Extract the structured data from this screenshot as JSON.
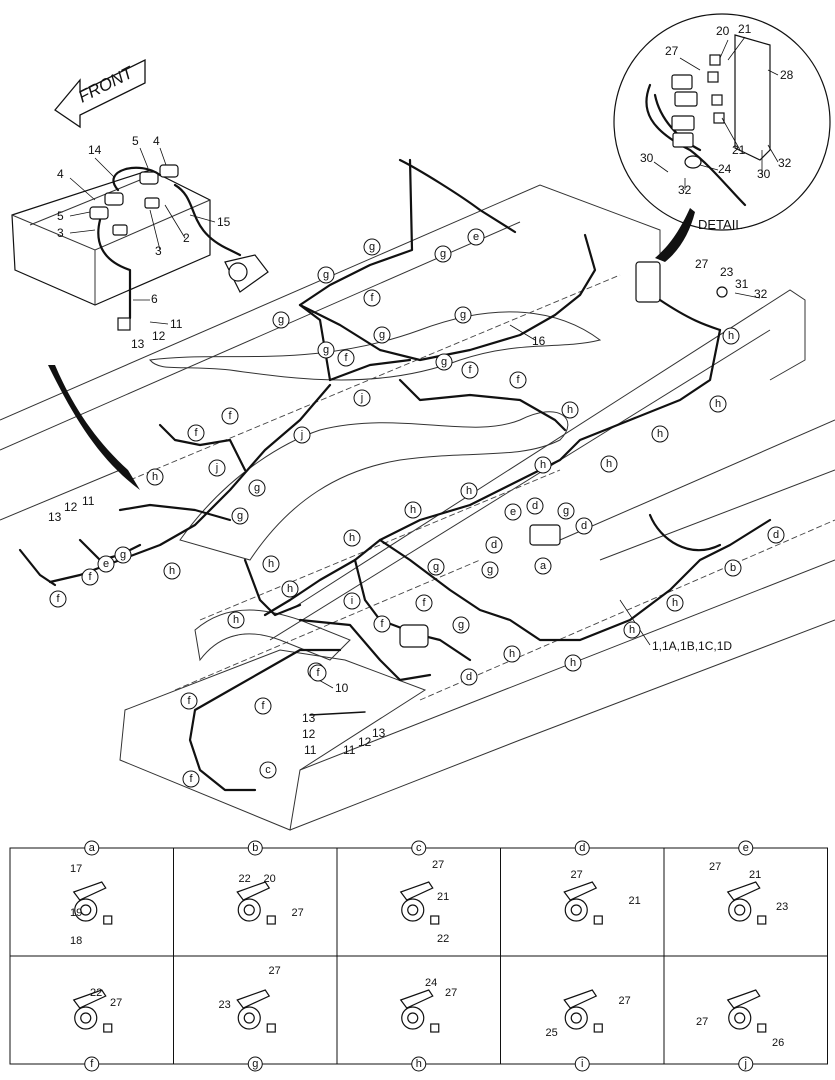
{
  "front_label": "FRONT",
  "detail_label": "DETAIL",
  "battery_labels": [
    "14",
    "5",
    "4",
    "4",
    "5",
    "3",
    "3",
    "2",
    "15",
    "6",
    "11",
    "12",
    "13"
  ],
  "detail_labels": [
    "20",
    "21",
    "27",
    "28",
    "21",
    "30",
    "24",
    "32",
    "30",
    "32"
  ],
  "right_labels": [
    "27",
    "23",
    "31",
    "32"
  ],
  "main_labels": [
    "16",
    "1,1A,1B,1C,1D",
    "10"
  ],
  "left_labels": [
    "12",
    "11",
    "13"
  ],
  "bottom_labels": [
    "13",
    "12",
    "11",
    "11",
    "12",
    "13"
  ],
  "callouts": [
    {
      "id": "c1",
      "letter": "e"
    },
    {
      "id": "c2",
      "letter": "g"
    },
    {
      "id": "c3",
      "letter": "g"
    },
    {
      "id": "c4",
      "letter": "g"
    },
    {
      "id": "c5",
      "letter": "g"
    },
    {
      "id": "c6",
      "letter": "f"
    },
    {
      "id": "c7",
      "letter": "g"
    },
    {
      "id": "c8",
      "letter": "g"
    },
    {
      "id": "c9",
      "letter": "f"
    },
    {
      "id": "c10",
      "letter": "g"
    },
    {
      "id": "c11",
      "letter": "j"
    },
    {
      "id": "c12",
      "letter": "f"
    },
    {
      "id": "c13",
      "letter": "g"
    },
    {
      "id": "c14",
      "letter": "f"
    },
    {
      "id": "c15",
      "letter": "f"
    },
    {
      "id": "c16",
      "letter": "f"
    },
    {
      "id": "c17",
      "letter": "j"
    },
    {
      "id": "c18",
      "letter": "j"
    },
    {
      "id": "c19",
      "letter": "g"
    },
    {
      "id": "c20",
      "letter": "h"
    },
    {
      "id": "c21",
      "letter": "g"
    },
    {
      "id": "c22",
      "letter": "h"
    },
    {
      "id": "c23",
      "letter": "h"
    },
    {
      "id": "c24",
      "letter": "h"
    },
    {
      "id": "c25",
      "letter": "h"
    },
    {
      "id": "c26",
      "letter": "h"
    },
    {
      "id": "c27",
      "letter": "h"
    },
    {
      "id": "c28",
      "letter": "h"
    },
    {
      "id": "c29",
      "letter": "d"
    },
    {
      "id": "c30",
      "letter": "e"
    },
    {
      "id": "c31",
      "letter": "g"
    },
    {
      "id": "c32",
      "letter": "d"
    },
    {
      "id": "c33",
      "letter": "d"
    },
    {
      "id": "c34",
      "letter": "a"
    },
    {
      "id": "c35",
      "letter": "g"
    },
    {
      "id": "c36",
      "letter": "g"
    },
    {
      "id": "c37",
      "letter": "g"
    },
    {
      "id": "c38",
      "letter": "h"
    },
    {
      "id": "c39",
      "letter": "f"
    },
    {
      "id": "c40",
      "letter": "f"
    },
    {
      "id": "c41",
      "letter": "i"
    },
    {
      "id": "c42",
      "letter": "h"
    },
    {
      "id": "c43",
      "letter": "h"
    },
    {
      "id": "c44",
      "letter": "h"
    },
    {
      "id": "c45",
      "letter": "h"
    },
    {
      "id": "c46",
      "letter": "d"
    },
    {
      "id": "c47",
      "letter": "b"
    },
    {
      "id": "c48",
      "letter": "h"
    },
    {
      "id": "c49",
      "letter": "h"
    },
    {
      "id": "c50",
      "letter": "h"
    },
    {
      "id": "c51",
      "letter": "d"
    },
    {
      "id": "c52",
      "letter": "e"
    },
    {
      "id": "c53",
      "letter": "g"
    },
    {
      "id": "c54",
      "letter": "f"
    },
    {
      "id": "c55",
      "letter": "f"
    },
    {
      "id": "c56",
      "letter": "f"
    },
    {
      "id": "c57",
      "letter": "f"
    },
    {
      "id": "c58",
      "letter": "f"
    },
    {
      "id": "c59",
      "letter": "c"
    },
    {
      "id": "c60",
      "letter": "f"
    },
    {
      "id": "c61",
      "letter": "h"
    },
    {
      "id": "c62",
      "letter": "h"
    },
    {
      "id": "c63",
      "letter": "f"
    }
  ],
  "legend": [
    {
      "letter": "a",
      "labels": [
        "17",
        "19",
        "18"
      ]
    },
    {
      "letter": "b",
      "labels": [
        "22",
        "20",
        "27"
      ]
    },
    {
      "letter": "c",
      "labels": [
        "27",
        "21",
        "22"
      ]
    },
    {
      "letter": "d",
      "labels": [
        "27",
        "21"
      ]
    },
    {
      "letter": "e",
      "labels": [
        "27",
        "21",
        "23"
      ]
    },
    {
      "letter": "f",
      "labels": [
        "22",
        "27"
      ]
    },
    {
      "letter": "g",
      "labels": [
        "27",
        "23"
      ]
    },
    {
      "letter": "h",
      "labels": [
        "24",
        "27"
      ]
    },
    {
      "letter": "i",
      "labels": [
        "27",
        "25"
      ]
    },
    {
      "letter": "j",
      "labels": [
        "27",
        "26"
      ]
    }
  ]
}
